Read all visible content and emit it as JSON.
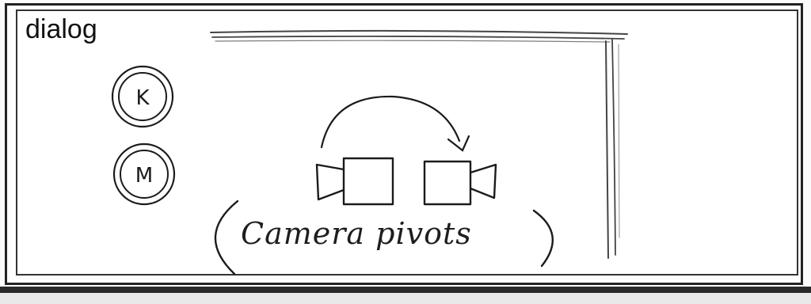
{
  "dialog": {
    "title": "dialog"
  },
  "buttons": [
    {
      "label": "K"
    },
    {
      "label": "M"
    }
  ],
  "caption": {
    "text": "Camera pivots"
  },
  "colors": {
    "ink": "#1b1b1b",
    "paper": "#ffffff"
  }
}
